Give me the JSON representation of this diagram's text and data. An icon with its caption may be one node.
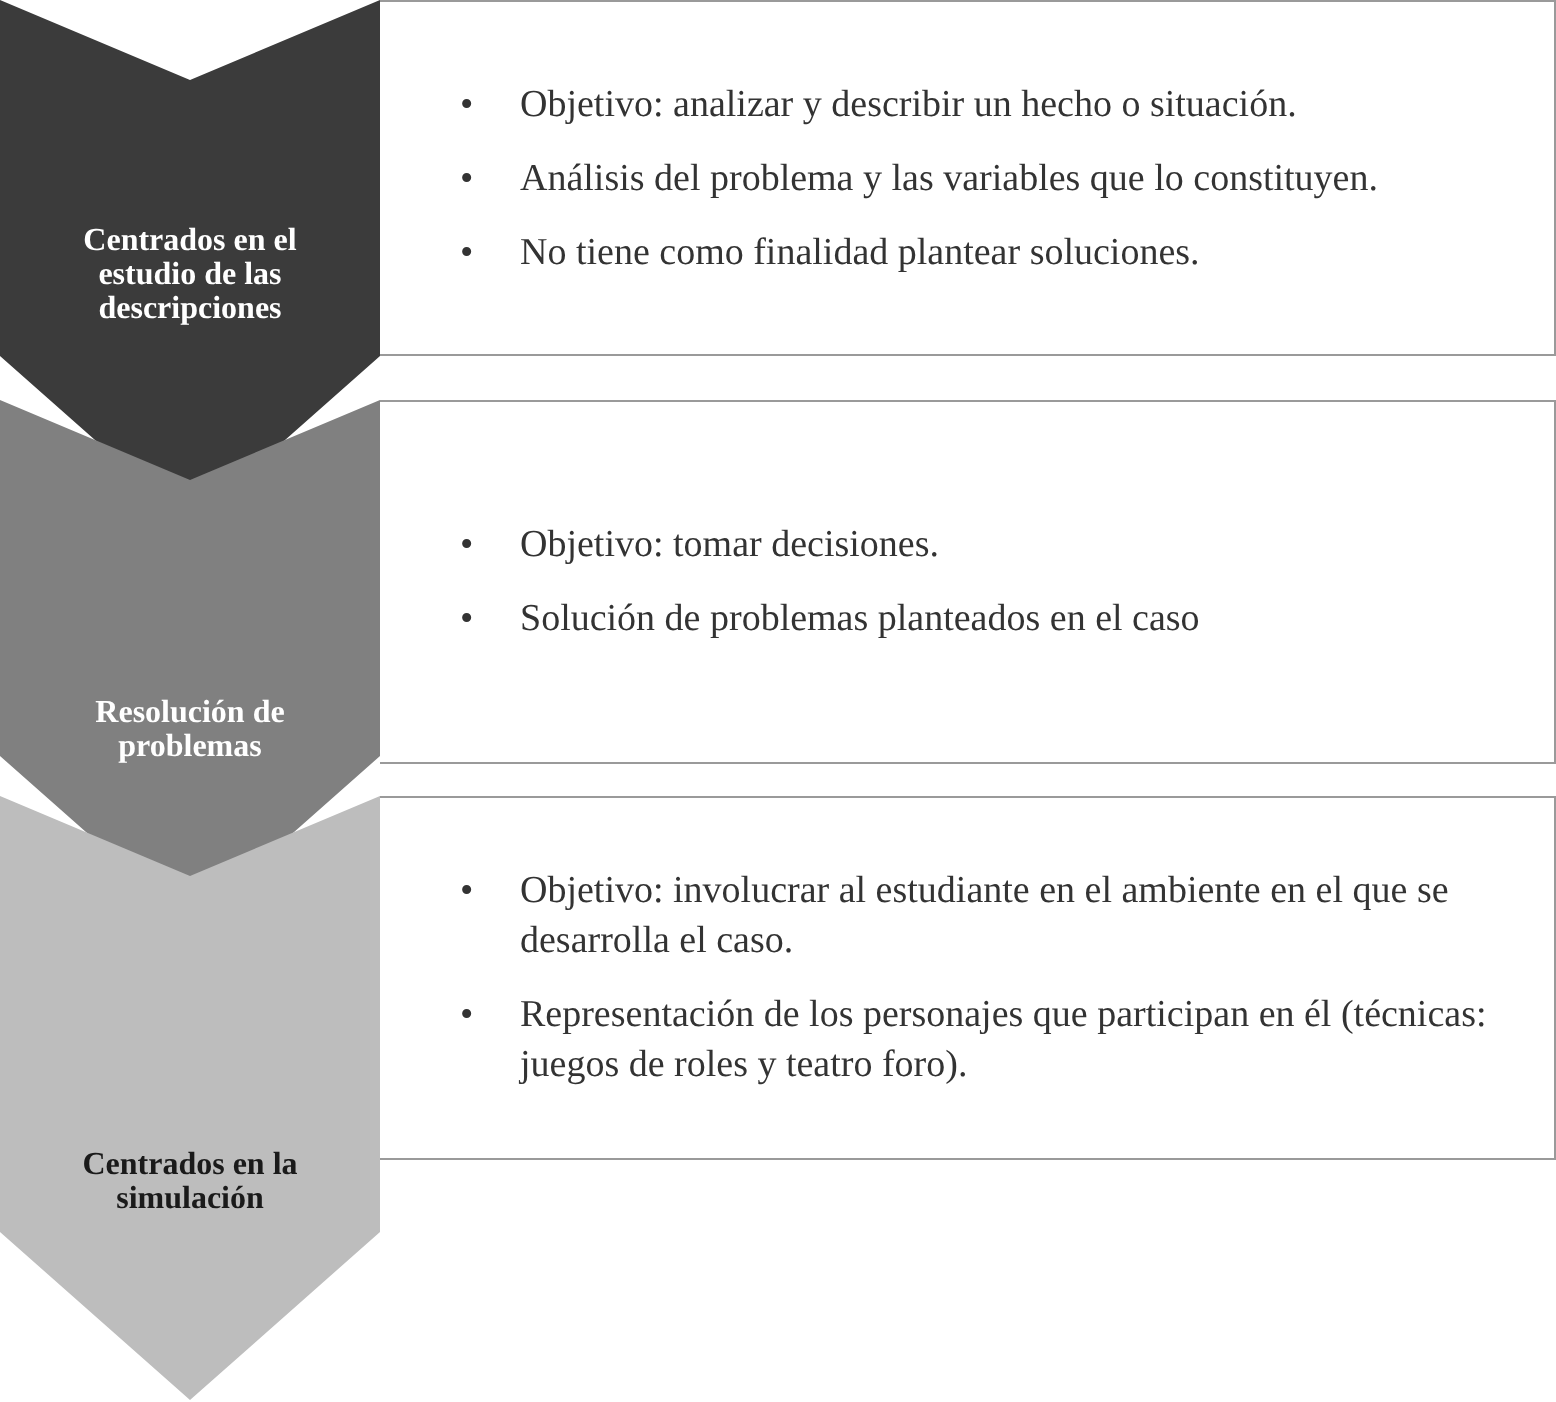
{
  "diagram": {
    "nodes": [
      {
        "text": [
          "Centrados en el estudio de las descripciones"
        ]
      },
      {
        "text": [
          "•",
          "Objetivo: analizar y describir un hecho o situación.",
          "•",
          "Análisis del problema y las variables que lo constituyen.",
          "•",
          "No tiene como finalidad plantear soluciones."
        ]
      },
      {
        "text": [
          "Resolución de problemas"
        ]
      },
      {
        "text": [
          "•",
          "Objetivo: tomar decisiones.",
          "•",
          "Solución de problemas planteados en el caso"
        ]
      },
      {
        "text": [
          "Centrados en la simulación"
        ]
      },
      {
        "text": [
          "•",
          "Objetivo: involucrar al estudiante en el ambiente en el que se desarrolla el caso.",
          "•",
          "Representación de los personajes que participan en él (técnicas: juegos de roles y teatro foro)."
        ]
      }
    ]
  }
}
